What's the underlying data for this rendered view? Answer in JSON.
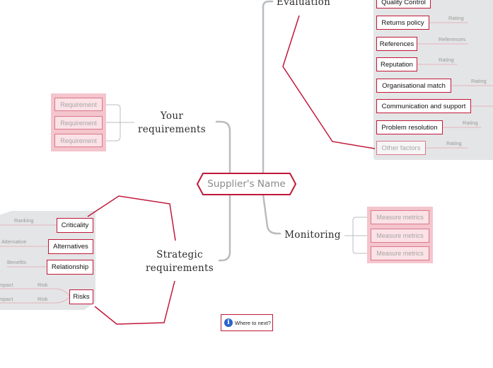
{
  "central": {
    "label": "Supplier's Name"
  },
  "branches": {
    "evaluation": {
      "title": "Evaluation",
      "items": [
        {
          "label": "Quality Control",
          "side_label": "",
          "muted": false
        },
        {
          "label": "Returns policy",
          "side_label": "Rating",
          "muted": false
        },
        {
          "label": "References",
          "side_label": "References",
          "muted": false
        },
        {
          "label": "Reputation",
          "side_label": "Rating",
          "muted": false
        },
        {
          "label": "Organisational match",
          "side_label": "Rating",
          "muted": false
        },
        {
          "label": "Communication and support",
          "side_label": "",
          "muted": false
        },
        {
          "label": "Problem resolution",
          "side_label": "Rating",
          "muted": false
        },
        {
          "label": "Other factors",
          "side_label": "Rating",
          "muted": true
        }
      ]
    },
    "requirements": {
      "title_line1": "Your",
      "title_line2": "requirements",
      "items": [
        "Requirement",
        "Requirement",
        "Requirement"
      ]
    },
    "monitoring": {
      "title": "Monitoring",
      "items": [
        "Measure metrics",
        "Measure metrics",
        "Measure metrics"
      ]
    },
    "strategic": {
      "title_line1": "Strategic",
      "title_line2": "requirements",
      "items": [
        {
          "label": "Criticality",
          "side_label": "Ranking"
        },
        {
          "label": "Alternatives",
          "side_label": "Alternative"
        },
        {
          "label": "Relationship",
          "side_label": "Benefits"
        },
        {
          "label": "Risks",
          "side_label": ""
        }
      ],
      "risk_details": [
        {
          "impact": "Impact",
          "risk": "Risk"
        },
        {
          "impact": "Impact",
          "risk": "Risk"
        }
      ]
    }
  },
  "where_next": {
    "label": "Where to next?",
    "icon": "info-icon"
  },
  "colors": {
    "accent": "#c0183a",
    "connector": "#b9bcc0",
    "highlight": "#f4c5cc",
    "area": "#e4e5e6"
  }
}
